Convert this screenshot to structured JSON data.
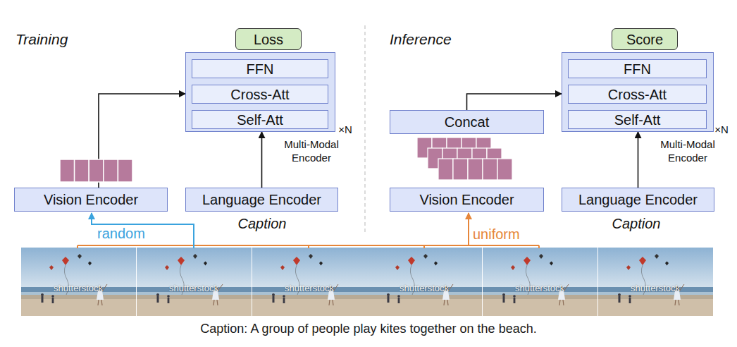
{
  "diagram": {
    "caption": "Caption: A group of people play kites together on the beach.",
    "nodes": [
      {
        "text": [
          "Loss"
        ]
      },
      {
        "text": [
          "×N",
          "Multi-Modal Encoder"
        ]
      },
      {
        "text": [
          "FFN"
        ],
        "in": 1
      },
      {
        "text": [
          "Cross-Att"
        ],
        "in": 1
      },
      {
        "text": [
          "Self-Att"
        ],
        "in": 1
      },
      {
        "text": [
          "Vision Encoder"
        ]
      },
      {
        "text": [
          "Language Encoder"
        ]
      },
      {
        "text": [
          "Score"
        ]
      },
      {
        "text": [
          "×N",
          "Multi-Modal Encoder"
        ]
      },
      {
        "text": [
          "FFN"
        ],
        "in": 8
      },
      {
        "text": [
          "Cross-Att"
        ],
        "in": 8
      },
      {
        "text": [
          "Self-Att"
        ],
        "in": 8
      },
      {
        "text": [
          "Concat"
        ]
      },
      {
        "text": [
          "Vision Encoder"
        ]
      },
      {
        "text": [
          "Language Encoder"
        ]
      }
    ],
    "edges": [
      {
        "from": 6,
        "to": 1,
        "arrow": "to"
      },
      {
        "from": 5,
        "to": 1,
        "arrow": "to"
      },
      {
        "from": 14,
        "to": 8,
        "arrow": "to"
      },
      {
        "from": 12,
        "to": 8,
        "arrow": "to"
      }
    ],
    "labels": [
      "Training",
      "Inference",
      "Caption",
      "Caption",
      "random",
      "uniform",
      "shutterstock",
      "shutterstock",
      "shutterstock",
      "shutterstock",
      "shutterstock",
      "shutterstock"
    ]
  }
}
